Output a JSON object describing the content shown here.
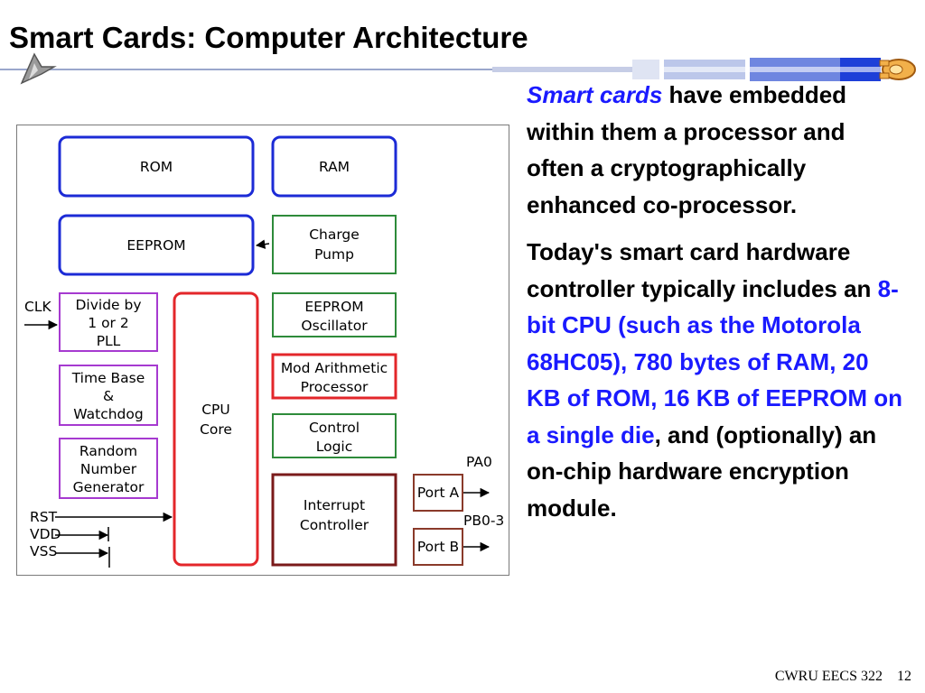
{
  "slide": {
    "title": "Smart Cards: Computer Architecture",
    "footer": {
      "course": "CWRU EECS 322",
      "page": "12"
    }
  },
  "colors": {
    "blue_box": "#1c2bd6",
    "green_box": "#2e8b3a",
    "purple_box": "#a63ad0",
    "red_box": "#e3262a",
    "dark_red_box": "#7a1a1a",
    "brown_box": "#8a3a2a",
    "highlight_text": "#1a1aff"
  },
  "diagram": {
    "blocks": {
      "rom": [
        "ROM"
      ],
      "ram": [
        "RAM"
      ],
      "eeprom": [
        "EEPROM"
      ],
      "charge_pump": [
        "Charge",
        "Pump"
      ],
      "divide": [
        "Divide by",
        "1 or 2",
        "PLL"
      ],
      "eeprom_osc": [
        "EEPROM",
        "Oscillator"
      ],
      "time_base": [
        "Time Base",
        "&",
        "Watchdog"
      ],
      "mod_arith": [
        "Mod Arithmetic",
        "Processor"
      ],
      "cpu_core": [
        "CPU",
        "Core"
      ],
      "rng": [
        "Random",
        "Number",
        "Generator"
      ],
      "control_logic": [
        "Control",
        "Logic"
      ],
      "interrupt": [
        "Interrupt",
        "Controller"
      ],
      "port_a": [
        "Port A"
      ],
      "port_b": [
        "Port B"
      ]
    },
    "signals": {
      "clk": "CLK",
      "rst": "RST",
      "vdd": "VDD",
      "vss": "VSS",
      "pa0": "PA0",
      "pb0_3": "PB0-3"
    }
  },
  "text": {
    "p1_italic": "Smart cards",
    "p1_rest": " have embedded within them a processor and often a cryptographically enhanced co-processor.",
    "p2_start": "Today's smart card hardware controller typically includes an ",
    "p2_highlight": "8-bit CPU (such as the Motorola 68HC05), 780 bytes of RAM, 20 KB of ROM, 16 KB of EEPROM on a single die",
    "p2_end": ", and (optionally) an on-chip hardware encryption module."
  }
}
